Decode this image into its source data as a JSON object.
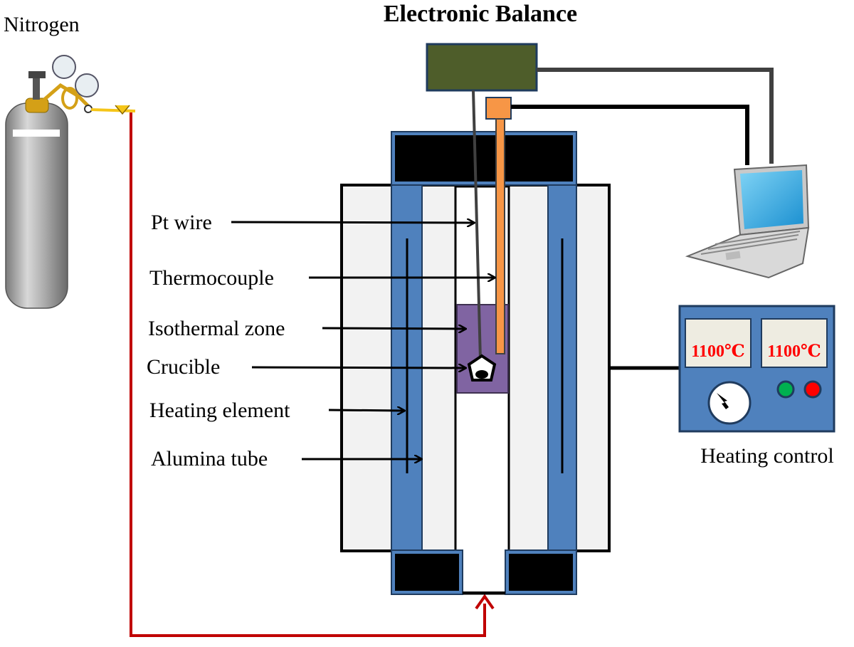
{
  "title": "Electronic Balance",
  "labels": {
    "nitrogen": "Nitrogen",
    "pt_wire": "Pt wire",
    "thermocouple": "Thermocouple",
    "isothermal_zone": "Isothermal zone",
    "crucible": "Crucible",
    "heating_element": "Heating element",
    "alumina_tube": "Alumina tube",
    "heating_control": "Heating control"
  },
  "controller": {
    "display_left": "1100℃",
    "display_right": "1100℃"
  },
  "colors": {
    "balance_body": "#4e5d2a",
    "thermocouple": "#f79646",
    "furnace_wall": "#4f81bd",
    "insulation": "#f2f2f2",
    "isothermal_zone": "#8064a2",
    "gas_line": "#c00000",
    "controller_panel": "#4f81bd",
    "readout_text": "#ff0000",
    "green_button": "#00b050",
    "red_button": "#ff0000"
  }
}
